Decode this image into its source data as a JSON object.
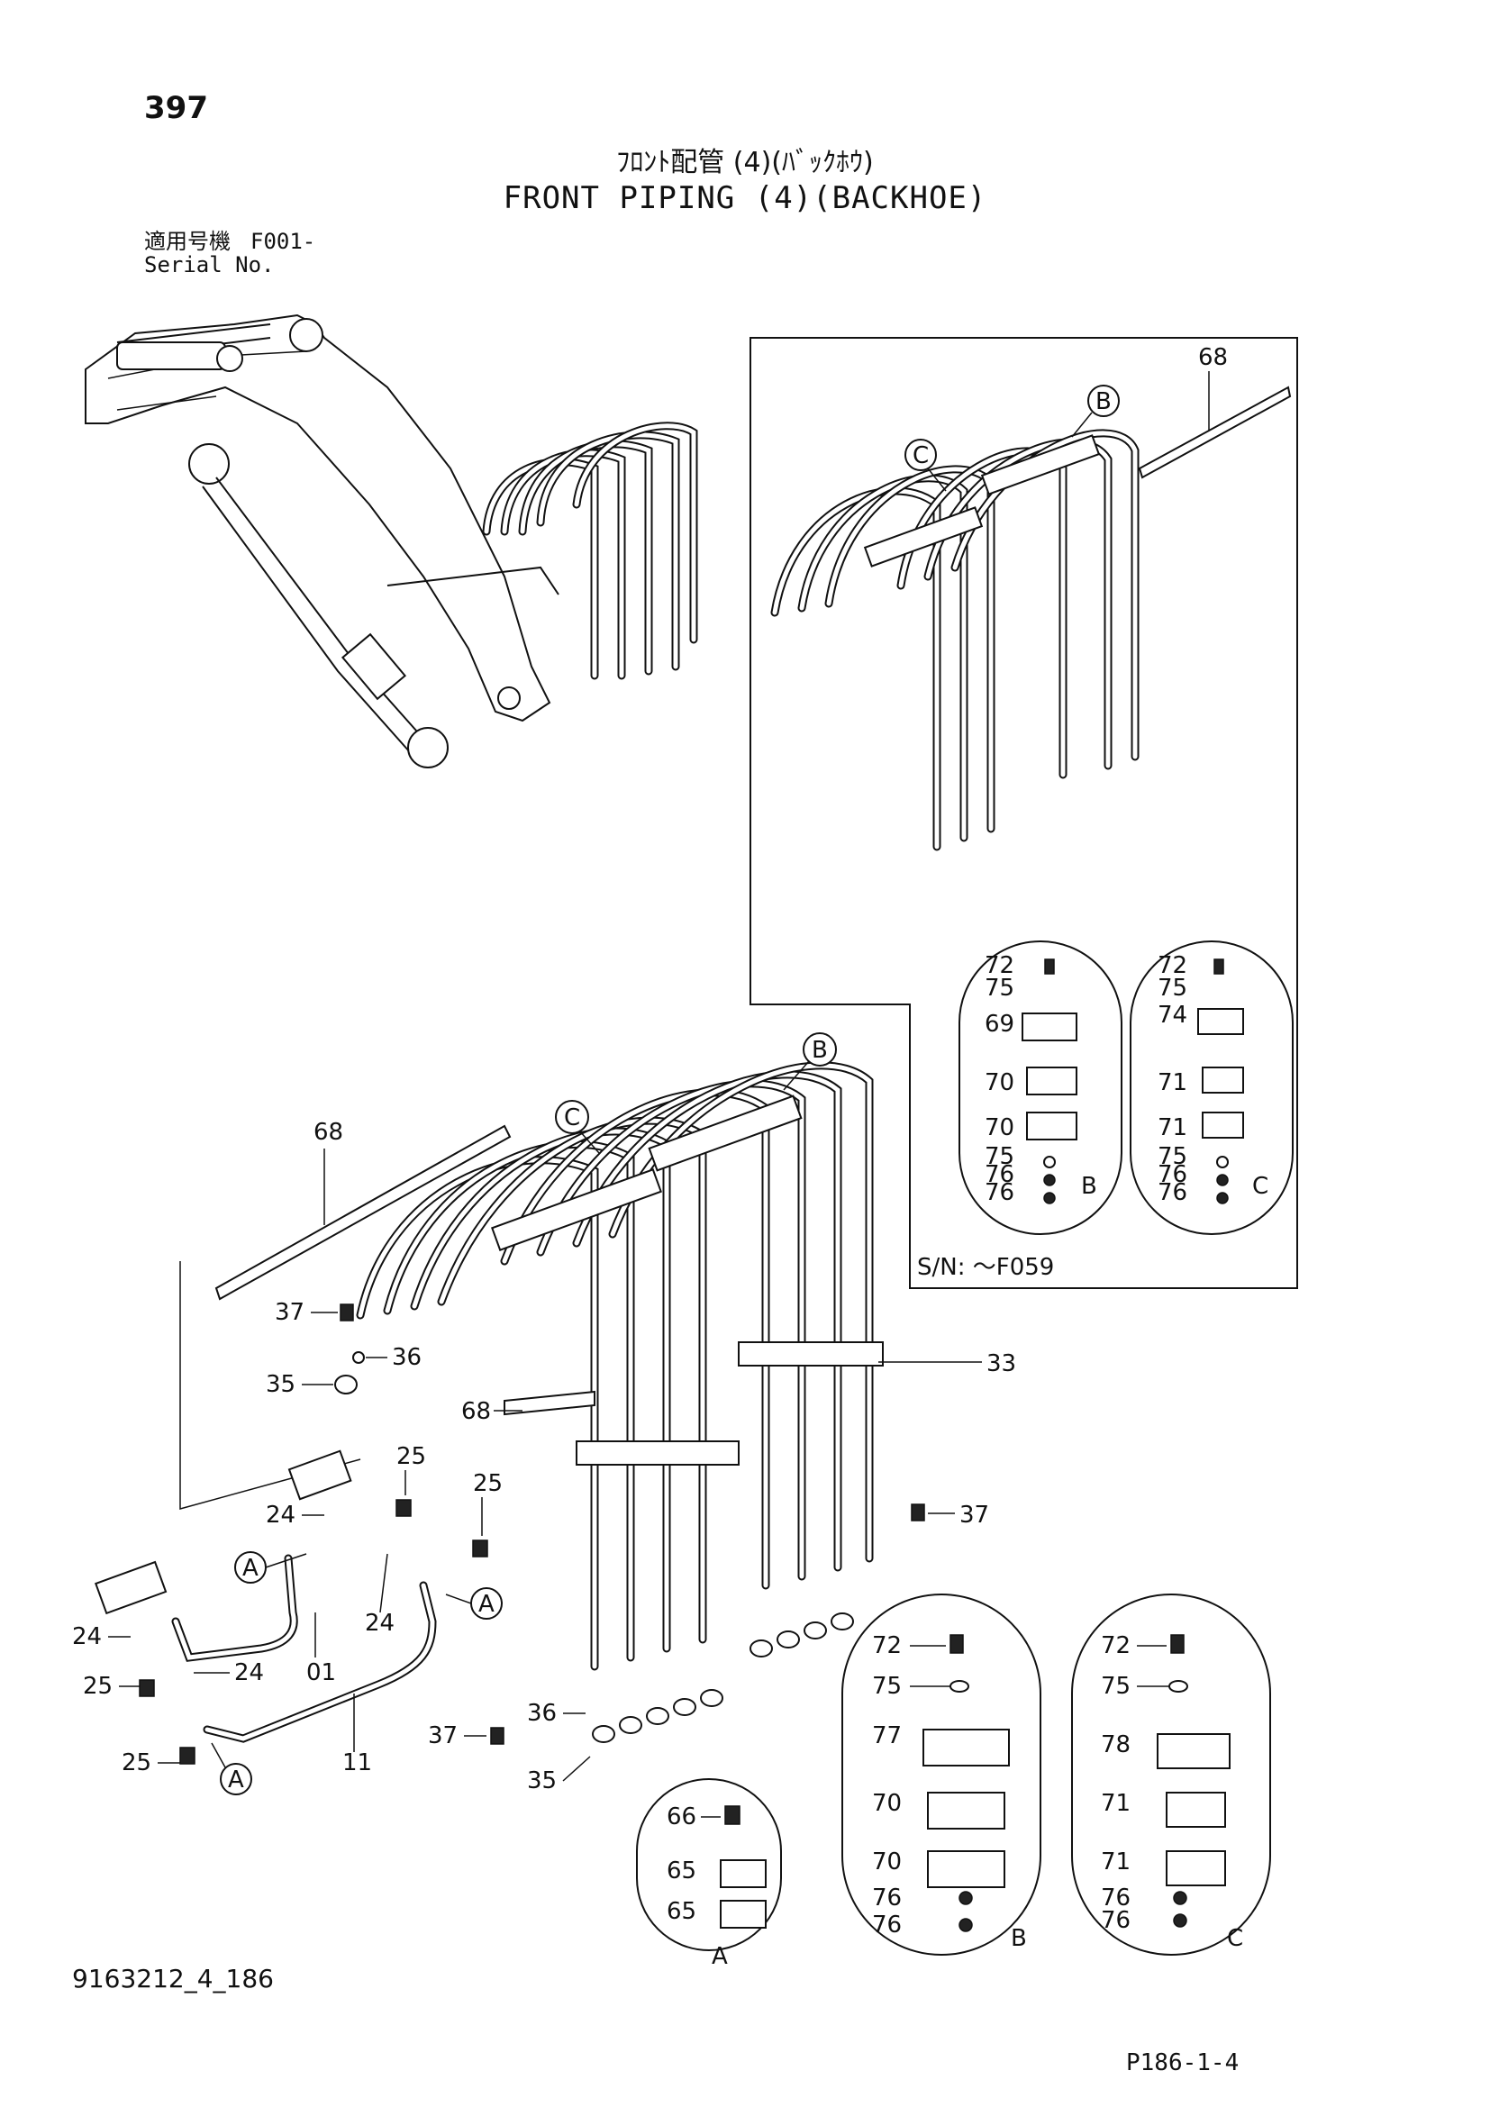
{
  "header": {
    "page_number": "397",
    "title_jp": "ﾌﾛﾝﾄ配管 (4)(ﾊﾞｯｸﾎｳ)",
    "title_en": "FRONT PIPING (4)(BACKHOE)",
    "serial_label_jp": "適用号機",
    "serial_value": "F001-",
    "serial_label_en": "Serial No."
  },
  "inset": {
    "serial_range": "S/N: ～F059",
    "callouts": [
      "B",
      "C"
    ],
    "labels": {
      "p68": "68",
      "b72": "72",
      "b75a": "75",
      "b69": "69",
      "b70a": "70",
      "b70b": "70",
      "b75b": "75",
      "b76a": "76",
      "b76b": "76",
      "bLetter": "B",
      "c72": "72",
      "c75a": "75",
      "c74": "74",
      "c71a": "71",
      "c71b": "71",
      "c75b": "75",
      "c76a": "76",
      "c76b": "76",
      "cLetter": "C"
    }
  },
  "main": {
    "callouts": [
      "A",
      "B",
      "C"
    ],
    "labels": {
      "p68top": "68",
      "p37a": "37",
      "p36a": "36",
      "p35a": "35",
      "p33": "33",
      "p68mid": "68",
      "p25a": "25",
      "p24a": "24",
      "p25b": "25",
      "p24b": "24",
      "p24c": "24",
      "p24d": "24",
      "p01": "01",
      "p25c": "25",
      "p11": "11",
      "p25d": "25",
      "p37b": "37",
      "p36b": "36",
      "p37c": "37",
      "p35b": "35",
      "A1": "A",
      "A2": "A",
      "A3": "A"
    }
  },
  "details": {
    "A": {
      "l66": "66",
      "l65a": "65",
      "l65b": "65",
      "letter": "A"
    },
    "B": {
      "l72": "72",
      "l75": "75",
      "l77": "77",
      "l70a": "70",
      "l70b": "70",
      "l76a": "76",
      "l76b": "76",
      "letter": "B"
    },
    "C": {
      "l72": "72",
      "l75": "75",
      "l78": "78",
      "l71a": "71",
      "l71b": "71",
      "l76a": "76",
      "l76b": "76",
      "letter": "C"
    }
  },
  "footer": {
    "drawing_code": "9163212_4_186",
    "page_ref": "P186-1-4"
  }
}
